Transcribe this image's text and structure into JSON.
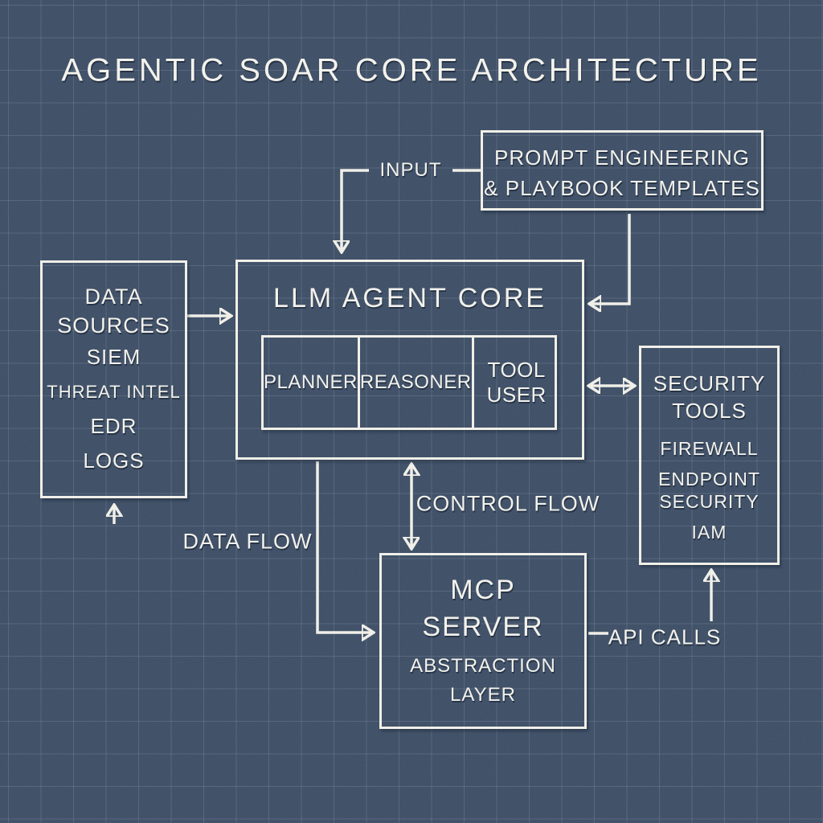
{
  "title": "AGENTIC SOAR CORE ARCHITECTURE",
  "colors": {
    "bg": "#3b4c64",
    "line": "#f0efe8",
    "text": "#f3f2ec",
    "grid": "#f0f4fa21"
  },
  "nodes": {
    "prompt_templates": {
      "lines": [
        "PROMPT ENGINEERING",
        "& PLAYBOOK TEMPLATES"
      ]
    },
    "llm_agent_core": {
      "title": "LLM AGENT CORE",
      "modules": [
        "PLANNER",
        "REASONER",
        "TOOL USER"
      ]
    },
    "data_sources": {
      "title_lines": [
        "DATA",
        "SOURCES"
      ],
      "items": [
        "SIEM",
        "THREAT INTEL",
        "EDR",
        "LOGS"
      ]
    },
    "security_tools": {
      "title_lines": [
        "SECURITY",
        "TOOLS"
      ],
      "items": [
        "FIREWALL",
        "ENDPOINT SECURITY",
        "IAM"
      ]
    },
    "mcp_server": {
      "title_lines": [
        "MCP",
        "SERVER"
      ],
      "subtitle_lines": [
        "ABSTRACTION",
        "LAYER"
      ]
    }
  },
  "labels": {
    "input": "INPUT",
    "control_flow": "CONTROL FLOW",
    "data_flow": "DATA FLOW",
    "api_calls": "API CALLS"
  }
}
